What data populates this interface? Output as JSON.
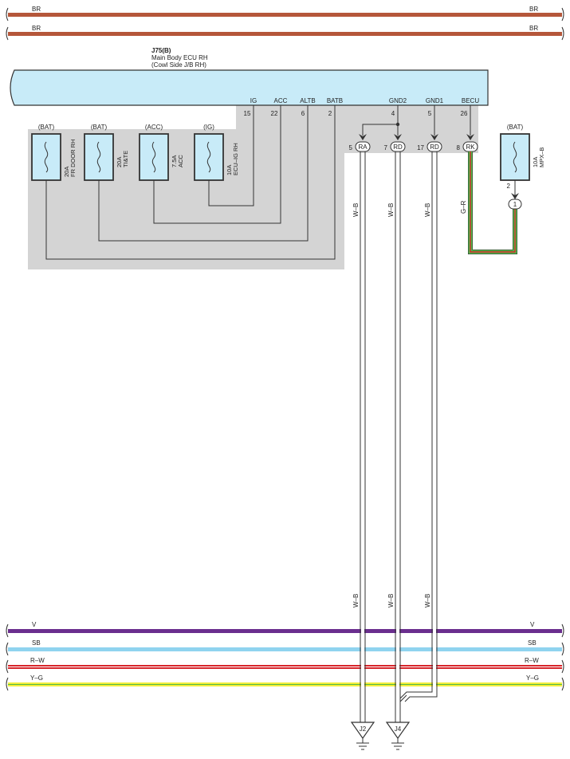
{
  "bus_top": [
    {
      "label": "BR",
      "color": "#b5573a"
    },
    {
      "label": "BR",
      "color": "#b5573a"
    }
  ],
  "bus_bottom": [
    {
      "label": "V",
      "color": "#6a2e8e"
    },
    {
      "label": "SB",
      "color": "#8fd3ef"
    },
    {
      "label": "R–W",
      "color": "#d7262b",
      "stripe": "#ffffff"
    },
    {
      "label": "Y–G",
      "color": "#f2ee3a",
      "stripe": "#52b848"
    }
  ],
  "ecu": {
    "code": "J75(B)",
    "name": "Main Body ECU RH",
    "location": "(Cowl Side J/B RH)",
    "fill": "#c8ebf8",
    "terminals": [
      {
        "name": "IG",
        "pin": "15"
      },
      {
        "name": "ACC",
        "pin": "22"
      },
      {
        "name": "ALTB",
        "pin": "6"
      },
      {
        "name": "BATB",
        "pin": "2"
      },
      {
        "name": "GND2",
        "pin": "4"
      },
      {
        "name": "GND1",
        "pin": "5"
      },
      {
        "name": "BECU",
        "pin": "26"
      }
    ]
  },
  "fuses": [
    {
      "source": "(BAT)",
      "rating": "20A",
      "name": "FR DOOR RH"
    },
    {
      "source": "(BAT)",
      "rating": "20A",
      "name": "TI&TE"
    },
    {
      "source": "(ACC)",
      "rating": "7.5A",
      "name": "ACC"
    },
    {
      "source": "(IG)",
      "rating": "10A",
      "name": "ECU–IG RH"
    }
  ],
  "mpx_fuse": {
    "source": "(BAT)",
    "rating": "10A",
    "name": "MPX–B",
    "pin": "2",
    "junction": "1"
  },
  "connectors": [
    {
      "pin": "5",
      "code": "RA"
    },
    {
      "pin": "7",
      "code": "RD"
    },
    {
      "pin": "17",
      "code": "RD"
    },
    {
      "pin": "8",
      "code": "RK"
    }
  ],
  "wire_labels": {
    "ra": "W–B",
    "rd7": "W–B",
    "rd17": "W–B",
    "rk": "G–R",
    "ra_low": "W–B",
    "rd7_low": "W–B",
    "rd17_low": "W–B"
  },
  "wire_color_gr": {
    "base": "#52b848",
    "stripe": "#d7262b"
  },
  "grounds": [
    {
      "code": "J2"
    },
    {
      "code": "J4"
    }
  ],
  "panel_fill": "#d4d4d4"
}
